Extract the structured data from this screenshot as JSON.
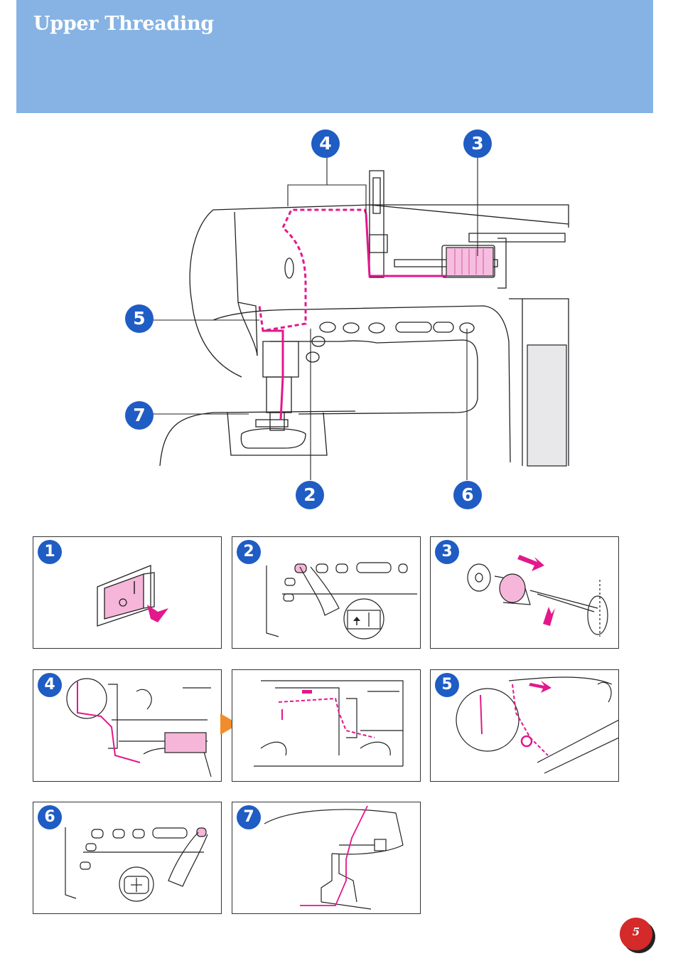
{
  "header": {
    "title": "Upper Threading"
  },
  "main_figure": {
    "callouts": [
      "4",
      "3",
      "5",
      "7",
      "2",
      "6"
    ]
  },
  "steps": [
    {
      "number": "1",
      "content": "power-switch-illustration"
    },
    {
      "number": "2",
      "content": "needle-position-button-illustration"
    },
    {
      "number": "3",
      "content": "spool-pin-illustration"
    },
    {
      "number": "4",
      "content": "thread-guide-illustration"
    },
    {
      "number": "",
      "content": "threading-path-illustration"
    },
    {
      "number": "5",
      "content": "take-up-lever-illustration"
    },
    {
      "number": "6",
      "content": "threading-button-illustration"
    },
    {
      "number": "7",
      "content": "needle-threading-illustration"
    }
  ],
  "colors": {
    "header": "#86b3e4",
    "thread": "#e2188c",
    "badge": "#1f5cc4",
    "page_badge": "#d42a2a",
    "arrow": "#f08c2c"
  },
  "page_number": "5"
}
